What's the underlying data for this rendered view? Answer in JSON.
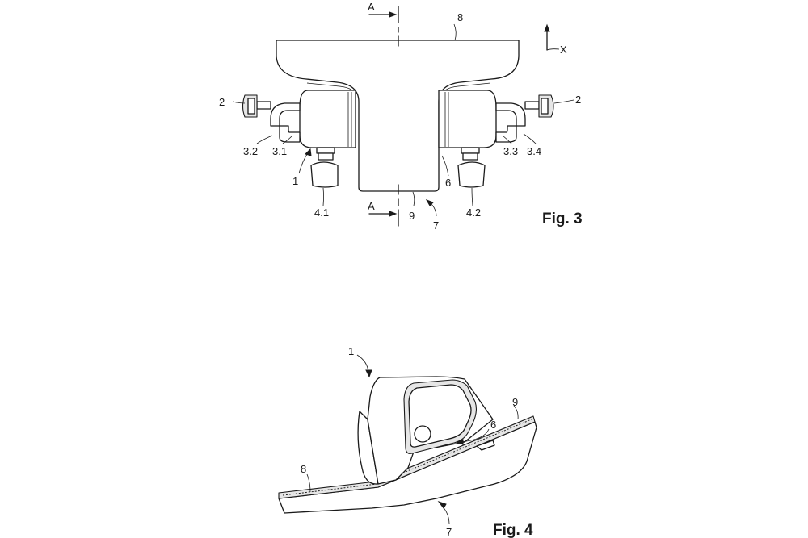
{
  "figure3": {
    "caption": "Fig. 3",
    "section_marker": "A",
    "axis_label": "X",
    "labels": {
      "ref_8": "8",
      "ref_2_left": "2",
      "ref_2_right": "2",
      "ref_3_2": "3.2",
      "ref_3_1": "3.1",
      "ref_3_3": "3.3",
      "ref_3_4": "3.4",
      "ref_1": "1",
      "ref_6": "6",
      "ref_4_1": "4.1",
      "ref_4_2": "4.2",
      "ref_9": "9",
      "ref_7": "7"
    }
  },
  "figure4": {
    "caption": "Fig. 4",
    "labels": {
      "ref_1": "1",
      "ref_6": "6",
      "ref_9": "9",
      "ref_8": "8",
      "ref_7": "7"
    }
  },
  "colors": {
    "line": "#1a1a1a",
    "background": "#ffffff"
  }
}
